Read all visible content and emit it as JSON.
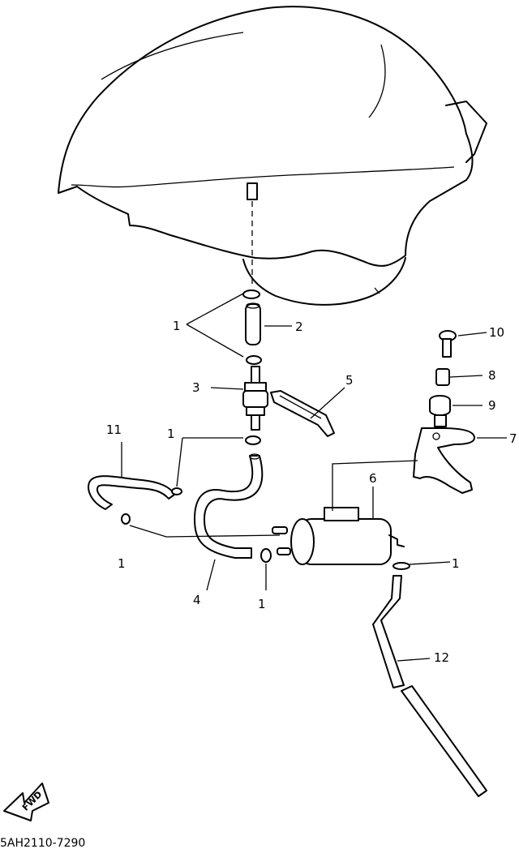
{
  "diagram": {
    "callouts": {
      "c1a": "1",
      "c1b": "1",
      "c1c": "1",
      "c1d": "1",
      "c1e": "1",
      "c2": "2",
      "c3": "3",
      "c4": "4",
      "c5": "5",
      "c6": "6",
      "c7": "7",
      "c8": "8",
      "c9": "9",
      "c10": "10",
      "c11": "11",
      "c12": "12"
    },
    "direction_label": "FWD",
    "drawing_code": "5AH2110-7290"
  }
}
